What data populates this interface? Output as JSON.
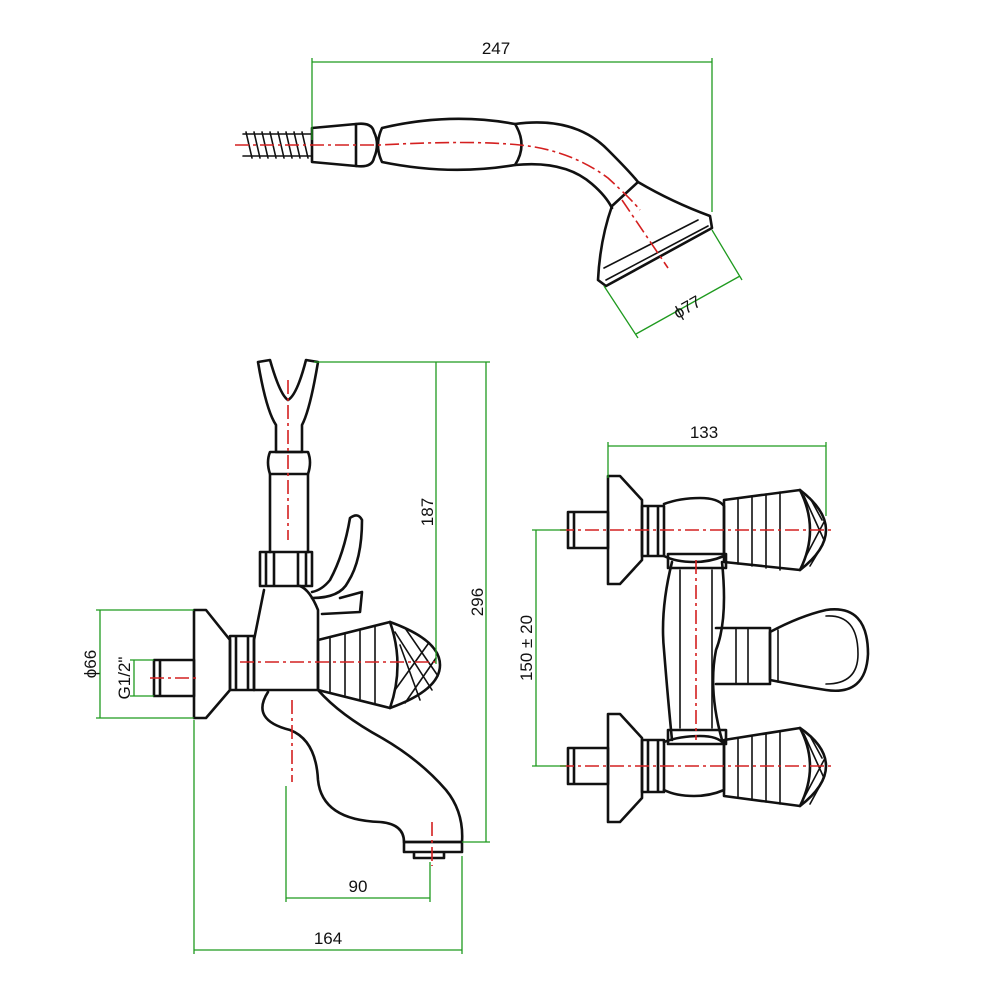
{
  "colors": {
    "outline": "#111111",
    "center_line": "#d42020",
    "dimension_line": "#1f9a1f",
    "background": "#ffffff"
  },
  "dimensions": {
    "hand_shower_length": "247",
    "shower_head_diameter": "ϕ77",
    "hook_to_center": "187",
    "total_height": "296",
    "flange_diameter": "ϕ66",
    "connection_thread": "G1/2\"",
    "spout_reach": "90",
    "total_depth": "164",
    "valve_width": "133",
    "center_distance": "150 ± 20"
  }
}
